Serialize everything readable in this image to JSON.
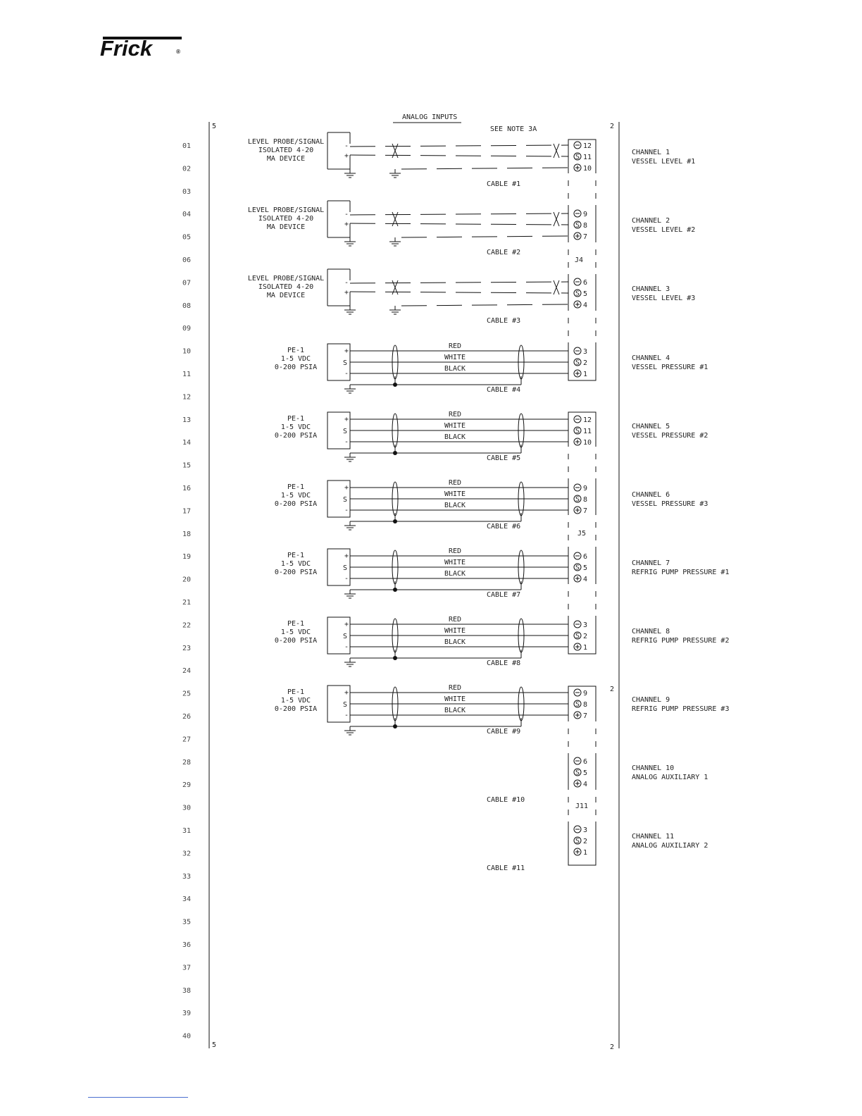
{
  "logo": {
    "text": "Frick",
    "mark": "®"
  },
  "diagram": {
    "title": "ANALOG INPUTS",
    "note": "SEE NOTE 3A",
    "border_top_left": "5",
    "border_top_right": "2",
    "border_bottom_left": "5",
    "border_bottom_right": "2",
    "border_mid_right": "2",
    "rows": [
      "01",
      "02",
      "03",
      "04",
      "05",
      "06",
      "07",
      "08",
      "09",
      "10",
      "11",
      "12",
      "13",
      "14",
      "15",
      "16",
      "17",
      "18",
      "19",
      "20",
      "21",
      "22",
      "23",
      "24",
      "25",
      "26",
      "27",
      "28",
      "29",
      "30",
      "31",
      "32",
      "33",
      "34",
      "35",
      "36",
      "37",
      "38",
      "39",
      "40"
    ],
    "connectors": [
      "J4",
      "J5",
      "J11"
    ],
    "wire_colors": [
      "RED",
      "WHITE",
      "BLACK"
    ],
    "level_device": [
      "LEVEL PROBE/SIGNAL",
      "ISOLATED 4-20",
      "MA DEVICE"
    ],
    "pressure_device": [
      "PE-1",
      "1-5 VDC",
      "0-200 PSIA"
    ],
    "channels": [
      {
        "label": "CHANNEL 1",
        "desc": "VESSEL LEVEL #1",
        "cable": "CABLE #1",
        "pins": [
          "12",
          "11",
          "10"
        ]
      },
      {
        "label": "CHANNEL 2",
        "desc": "VESSEL LEVEL #2",
        "cable": "CABLE #2",
        "pins": [
          "9",
          "8",
          "7"
        ]
      },
      {
        "label": "CHANNEL 3",
        "desc": "VESSEL LEVEL #3",
        "cable": "CABLE #3",
        "pins": [
          "6",
          "5",
          "4"
        ]
      },
      {
        "label": "CHANNEL 4",
        "desc": "VESSEL PRESSURE #1",
        "cable": "CABLE #4",
        "pins": [
          "3",
          "2",
          "1"
        ]
      },
      {
        "label": "CHANNEL 5",
        "desc": "VESSEL PRESSURE #2",
        "cable": "CABLE #5",
        "pins": [
          "12",
          "11",
          "10"
        ]
      },
      {
        "label": "CHANNEL 6",
        "desc": "VESSEL PRESSURE #3",
        "cable": "CABLE #6",
        "pins": [
          "9",
          "8",
          "7"
        ]
      },
      {
        "label": "CHANNEL 7",
        "desc": "REFRIG PUMP PRESSURE #1",
        "cable": "CABLE #7",
        "pins": [
          "6",
          "5",
          "4"
        ]
      },
      {
        "label": "CHANNEL 8",
        "desc": "REFRIG PUMP PRESSURE #2",
        "cable": "CABLE #8",
        "pins": [
          "3",
          "2",
          "1"
        ]
      },
      {
        "label": "CHANNEL 9",
        "desc": "REFRIG PUMP PRESSURE #3",
        "cable": "CABLE #9",
        "pins": [
          "9",
          "8",
          "7"
        ]
      },
      {
        "label": "CHANNEL 10",
        "desc": "ANALOG AUXILIARY 1",
        "cable": "CABLE #10",
        "pins": [
          "6",
          "5",
          "4"
        ]
      },
      {
        "label": "CHANNEL 11",
        "desc": "ANALOG AUXILIARY 2",
        "cable": "CABLE #11",
        "pins": [
          "3",
          "2",
          "1"
        ]
      }
    ]
  }
}
